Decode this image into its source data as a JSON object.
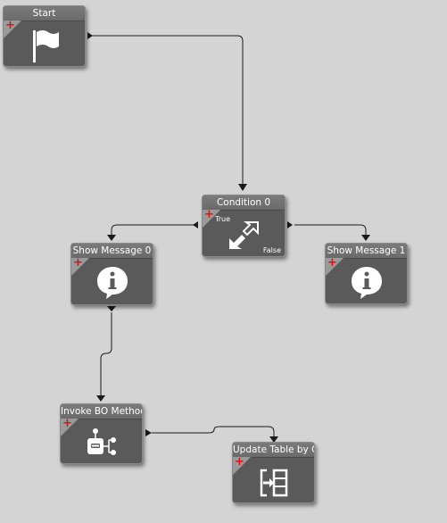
{
  "nodes": {
    "start": {
      "title": "Start",
      "icon": "flag-icon"
    },
    "condition0": {
      "title": "Condition 0",
      "icon": "condition-arrows-icon",
      "true_label": "True",
      "false_label": "False"
    },
    "show_message0": {
      "title": "Show Message 0",
      "icon": "info-bubble-icon"
    },
    "show_message1": {
      "title": "Show Message 1",
      "icon": "info-bubble-icon"
    },
    "invoke_bo": {
      "title": "Invoke BO Method",
      "icon": "bo-method-icon"
    },
    "update_table": {
      "title": "Update Table by Q",
      "icon": "table-update-icon"
    }
  },
  "add_marker": "+",
  "colors": {
    "canvas": "#d4d4d4",
    "node_body": "#5a5a5a",
    "node_header": "#707070",
    "add_marker": "#e01010",
    "wire": "#1a1a1a"
  }
}
